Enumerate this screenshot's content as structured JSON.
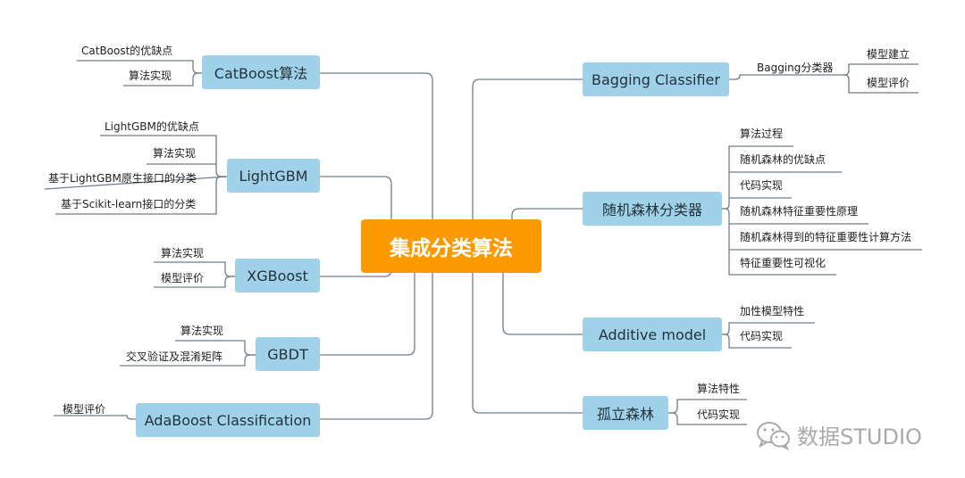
{
  "root": "集成分类算法",
  "left": [
    {
      "label": "CatBoost算法",
      "children": [
        "CatBoost的优缺点",
        "算法实现"
      ]
    },
    {
      "label": "LightGBM",
      "children": [
        "LightGBM的优缺点",
        "算法实现",
        "基于LightGBM原生接口的分类",
        "基于Scikit-learn接口的分类"
      ]
    },
    {
      "label": "XGBoost",
      "children": [
        "算法实现",
        "模型评价"
      ]
    },
    {
      "label": "GBDT",
      "children": [
        "算法实现",
        "交叉验证及混淆矩阵"
      ]
    },
    {
      "label": "AdaBoost Classification",
      "children": [
        "模型评价"
      ]
    }
  ],
  "right": [
    {
      "label": "Bagging Classifier",
      "children": [
        "Bagging分类器"
      ],
      "grandchildren": [
        "模型建立",
        "模型评价"
      ]
    },
    {
      "label": "随机森林分类器",
      "children": [
        "算法过程",
        "随机森林的优缺点",
        "代码实现",
        "随机森林特征重要性原理",
        "随机森林得到的特征重要性计算方法",
        "特征重要性可视化"
      ]
    },
    {
      "label": "Additive model",
      "children": [
        "加性模型特性",
        "代码实现"
      ]
    },
    {
      "label": "孤立森林",
      "children": [
        "算法特性",
        "代码实现"
      ]
    }
  ],
  "watermark": {
    "text": "数据STUDIO",
    "icon": "wechat-icon"
  },
  "colors": {
    "root": "#fb9a00",
    "node": "#9fd2e8",
    "line": "#6e7e86",
    "watermark": "#a9a9a9"
  }
}
